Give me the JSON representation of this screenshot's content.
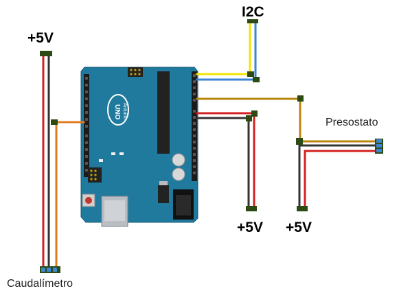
{
  "labels": {
    "plus5v_left": "+5V",
    "i2c": "I2C",
    "caudalimetro": "Caudalímetro",
    "presostato": "Presostato",
    "plus5v_mid": "+5V",
    "plus5v_right": "+5V"
  },
  "board": {
    "model": "UNO",
    "brand": "Arduino"
  },
  "colors": {
    "board": "#1f7a9e",
    "wire_red": "#d32020",
    "wire_black": "#333333",
    "wire_orange": "#e07a1e",
    "wire_yellow": "#f2e600",
    "wire_blue": "#3a86d4",
    "wire_olive": "#b8860b"
  }
}
